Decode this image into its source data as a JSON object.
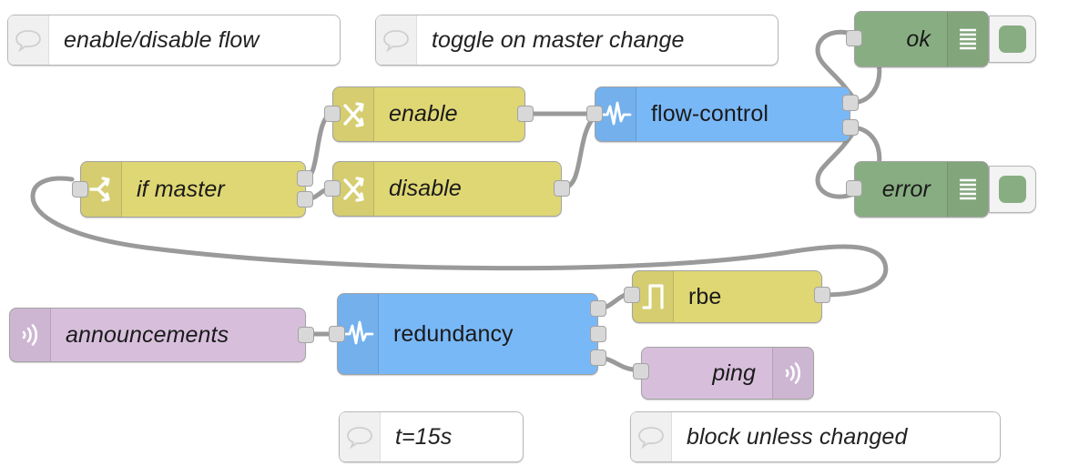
{
  "app": {
    "name": "Node-RED flow editor canvas"
  },
  "palette": {
    "yellow": "#dfd774",
    "blue": "#79b8f7",
    "green": "#88ad82",
    "pink": "#d7bfdc",
    "comment_bg": "#ffffff",
    "wire": "#9a9a9a",
    "port": "#d8d8d8"
  },
  "comments": [
    {
      "text": "enable/disable flow",
      "icon": "comment-bubble-icon"
    },
    {
      "text": "toggle on master change",
      "icon": "comment-bubble-icon"
    },
    {
      "text": "t=15s",
      "icon": "comment-bubble-icon"
    },
    {
      "text": "block unless changed",
      "icon": "comment-bubble-icon"
    }
  ],
  "nodes": [
    {
      "id": "if-master",
      "label": "if master",
      "type": "switch",
      "color": "yellow",
      "icon": "switch-branch-icon",
      "inputs": 1,
      "outputs": 2
    },
    {
      "id": "enable",
      "label": "enable",
      "type": "change",
      "color": "yellow",
      "icon": "change-swap-icon",
      "inputs": 1,
      "outputs": 1
    },
    {
      "id": "disable",
      "label": "disable",
      "type": "change",
      "color": "yellow",
      "icon": "change-swap-icon",
      "inputs": 1,
      "outputs": 1
    },
    {
      "id": "flow-control",
      "label": "flow-control",
      "type": "mqtt-in",
      "color": "blue",
      "icon": "pulse-wave-icon",
      "inputs": 1,
      "outputs": 2
    },
    {
      "id": "ok",
      "label": "ok",
      "type": "debug",
      "color": "green",
      "icon": "debug-lines-icon",
      "inputs": 1,
      "outputs": 0
    },
    {
      "id": "error",
      "label": "error",
      "type": "debug",
      "color": "green",
      "icon": "debug-lines-icon",
      "inputs": 1,
      "outputs": 0
    },
    {
      "id": "announcements",
      "label": "announcements",
      "type": "mqtt-in",
      "color": "pink",
      "icon": "broadcast-icon",
      "inputs": 0,
      "outputs": 1
    },
    {
      "id": "redundancy",
      "label": "redundancy",
      "type": "node",
      "color": "blue",
      "icon": "pulse-wave-icon",
      "inputs": 1,
      "outputs": 3
    },
    {
      "id": "rbe",
      "label": "rbe",
      "type": "rbe",
      "color": "yellow",
      "icon": "step-function-icon",
      "inputs": 1,
      "outputs": 1
    },
    {
      "id": "ping",
      "label": "ping",
      "type": "mqtt-out",
      "color": "pink",
      "icon": "broadcast-icon",
      "inputs": 1,
      "outputs": 0
    }
  ]
}
